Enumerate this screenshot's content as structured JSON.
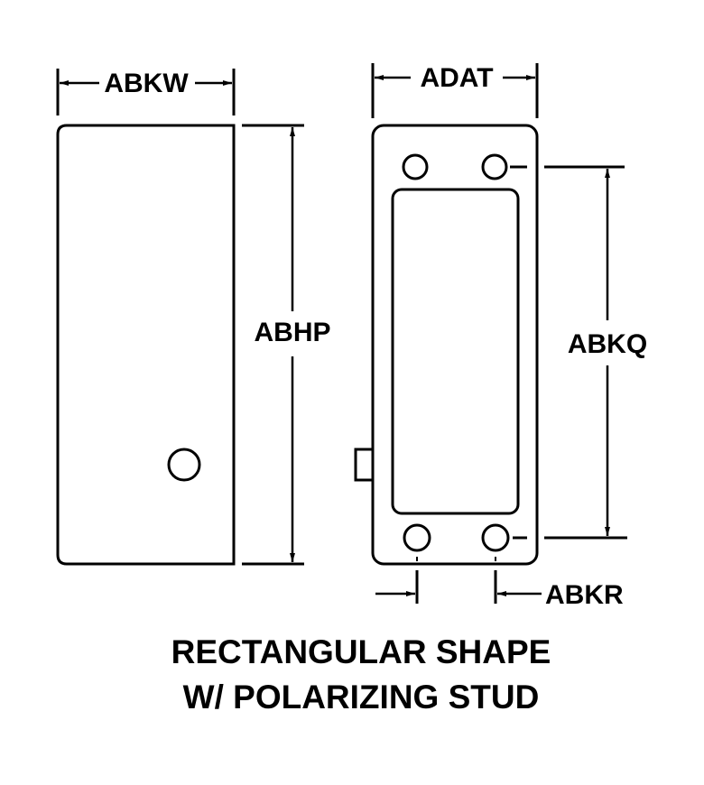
{
  "diagram": {
    "type": "engineering-dimension-drawing",
    "line_color": "#000000",
    "background": "#ffffff",
    "dimensions": {
      "width_side": "ABKW",
      "height_side": "ABHP",
      "width_front": "ADAT",
      "hole_spacing_vertical": "ABKQ",
      "hole_spacing_horizontal": "ABKR"
    },
    "caption": {
      "line1": "RECTANGULAR SHAPE",
      "line2": "W/ POLARIZING STUD"
    }
  }
}
